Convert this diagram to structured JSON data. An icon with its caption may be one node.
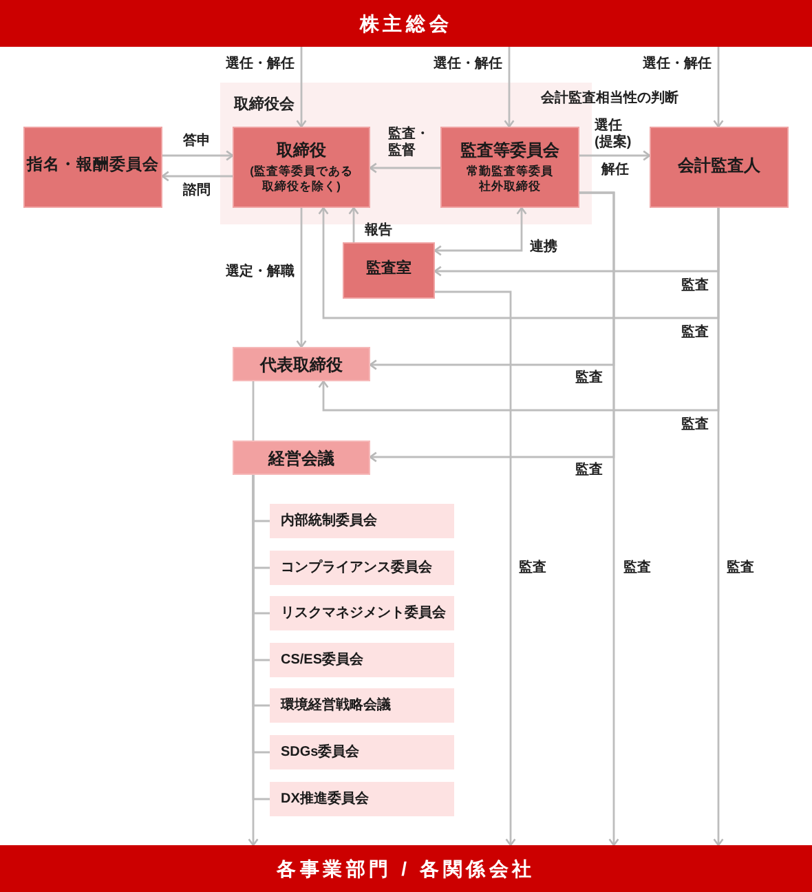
{
  "diagram": {
    "nodes": [
      {
        "text": [
          "株主総会"
        ]
      },
      {
        "text": [
          "取締役会"
        ]
      },
      {
        "text": [
          "指名・報酬委員会"
        ]
      },
      {
        "text": [
          "取締役",
          "(監査等委員である取締役を除く)"
        ],
        "in": 1
      },
      {
        "text": [
          "監査等委員会",
          "常勤監査等委員",
          "社外取締役"
        ],
        "in": 1
      },
      {
        "text": [
          "会計監査人"
        ]
      },
      {
        "text": [
          "監査室"
        ]
      },
      {
        "text": [
          "代表取締役"
        ]
      },
      {
        "text": [
          "経営会議"
        ]
      },
      {
        "text": [
          "内部統制委員会"
        ]
      },
      {
        "text": [
          "コンプライアンス委員会"
        ]
      },
      {
        "text": [
          "リスクマネジメント委員会"
        ]
      },
      {
        "text": [
          "CS/ES委員会"
        ]
      },
      {
        "text": [
          "環境経営戦略会議"
        ]
      },
      {
        "text": [
          "SDGs委員会"
        ]
      },
      {
        "text": [
          "DX推進委員会"
        ]
      },
      {
        "text": [
          "各事業部門 / 各関係会社"
        ]
      }
    ],
    "edges": [
      {
        "from": 0,
        "to": 3,
        "arrow": "to",
        "label": "選任・解任"
      },
      {
        "from": 0,
        "to": 4,
        "arrow": "to",
        "label": "選任・解任"
      },
      {
        "from": 0,
        "to": 5,
        "arrow": "to",
        "label": "選任・解任"
      },
      {
        "from": 2,
        "to": 3,
        "arrow": "to",
        "label": "答申"
      },
      {
        "from": 3,
        "to": 2,
        "arrow": "to",
        "label": "諮問"
      },
      {
        "from": 4,
        "to": 3,
        "arrow": "to",
        "label": "監査・監督"
      },
      {
        "from": 4,
        "to": 5,
        "arrow": "to",
        "label": "選任(提案)"
      },
      {
        "from": 3,
        "to": 7,
        "arrow": "to",
        "label": "選定・解職"
      },
      {
        "from": 6,
        "to": 3,
        "arrow": "to",
        "label": "報告"
      },
      {
        "from": 4,
        "to": 6,
        "arrow": "both",
        "label": "連携"
      },
      {
        "from": 5,
        "to": 6,
        "arrow": "to",
        "label": "監査"
      },
      {
        "from": 5,
        "to": 3,
        "arrow": "to",
        "label": "監査"
      },
      {
        "from": 4,
        "to": 7,
        "arrow": "to",
        "label": "監査"
      },
      {
        "from": 5,
        "to": 7,
        "arrow": "to",
        "label": "監査"
      },
      {
        "from": 4,
        "to": 8,
        "arrow": "to",
        "label": "監査"
      },
      {
        "from": 7,
        "to": 8,
        "arrow": "none"
      },
      {
        "from": 8,
        "to": 16,
        "arrow": "to"
      },
      {
        "from": 8,
        "to": 9,
        "arrow": "none"
      },
      {
        "from": 8,
        "to": 10,
        "arrow": "none"
      },
      {
        "from": 8,
        "to": 11,
        "arrow": "none"
      },
      {
        "from": 8,
        "to": 12,
        "arrow": "none"
      },
      {
        "from": 8,
        "to": 13,
        "arrow": "none"
      },
      {
        "from": 8,
        "to": 14,
        "arrow": "none"
      },
      {
        "from": 8,
        "to": 15,
        "arrow": "none"
      },
      {
        "from": 6,
        "to": 16,
        "arrow": "to",
        "label": "監査"
      },
      {
        "from": 4,
        "to": 16,
        "arrow": "to",
        "label": "監査"
      },
      {
        "from": 5,
        "to": 16,
        "arrow": "to",
        "label": "監査"
      }
    ],
    "labels": [
      "会計監査相当性の判断",
      "解任"
    ]
  }
}
